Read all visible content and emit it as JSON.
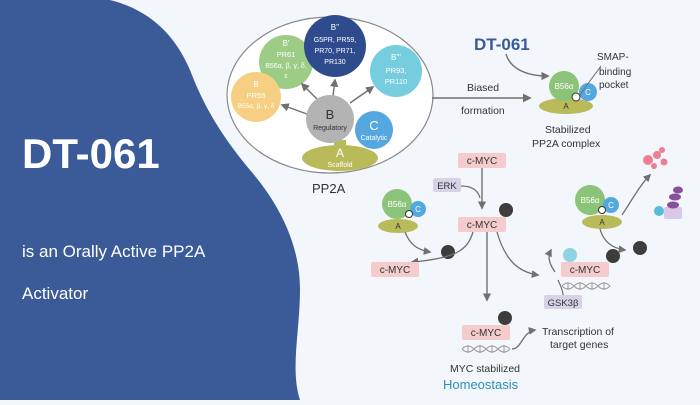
{
  "hero": {
    "title": "DT-061",
    "subtitle_line1": "is an Orally Active PP2A",
    "subtitle_line2": "Activator"
  },
  "pp2a_diagram": {
    "label": "PP2A",
    "subunit_b": {
      "letter": "B",
      "name": "Regulatory"
    },
    "subunit_c": {
      "letter": "C",
      "name": "Catalytic"
    },
    "subunit_a": {
      "letter": "A",
      "name": "Scaffold"
    },
    "b_prime": {
      "title": "B'",
      "line1": "PR61",
      "line2": "B56α, β, γ, δ,",
      "line3": "ε"
    },
    "b_family": {
      "title": "B",
      "line1": "PR55",
      "line2": "B55α, β, γ, δ"
    },
    "b_double_prime": {
      "title": "B''",
      "line1": "G5PR, PR59,",
      "line2": "PR70, PR71,",
      "line3": "PR130"
    },
    "b_triple_prime": {
      "title": "B'''",
      "line1": "PR93,",
      "line2": "PR110"
    }
  },
  "complex_section": {
    "drug_label": "DT-061",
    "biased_line1": "Biased",
    "biased_line2": "formation",
    "smap_line1": "SMAP-",
    "smap_line2": "binding",
    "smap_line3": "pocket",
    "stabilized_line1": "Stabilized",
    "stabilized_line2": "PP2A complex"
  },
  "complex_labels": {
    "b56": "B56α",
    "c": "C",
    "a": "A"
  },
  "pathway": {
    "cmyc": "c-MYC",
    "erk": "ERK",
    "gsk3b": "GSK3β",
    "transcription_line1": "Transcription of",
    "transcription_line2": "target genes",
    "myc_stabilized": "MYC stabilized",
    "homeostasis": "Homeostasis"
  },
  "colors": {
    "hero_blue": "#3a5a98",
    "arrow_gray": "#707070",
    "b56_green": "#8bc478",
    "c_blue": "#55a7df",
    "a_olive": "#b9bb5a",
    "cmyc_pink": "#f5cccc",
    "phosphate_dark": "#3d3d3d",
    "accent_teal": "#2d8fb8",
    "degradation_pink": "#ef7d93",
    "proteasome_purple": "#8a4f9a"
  }
}
